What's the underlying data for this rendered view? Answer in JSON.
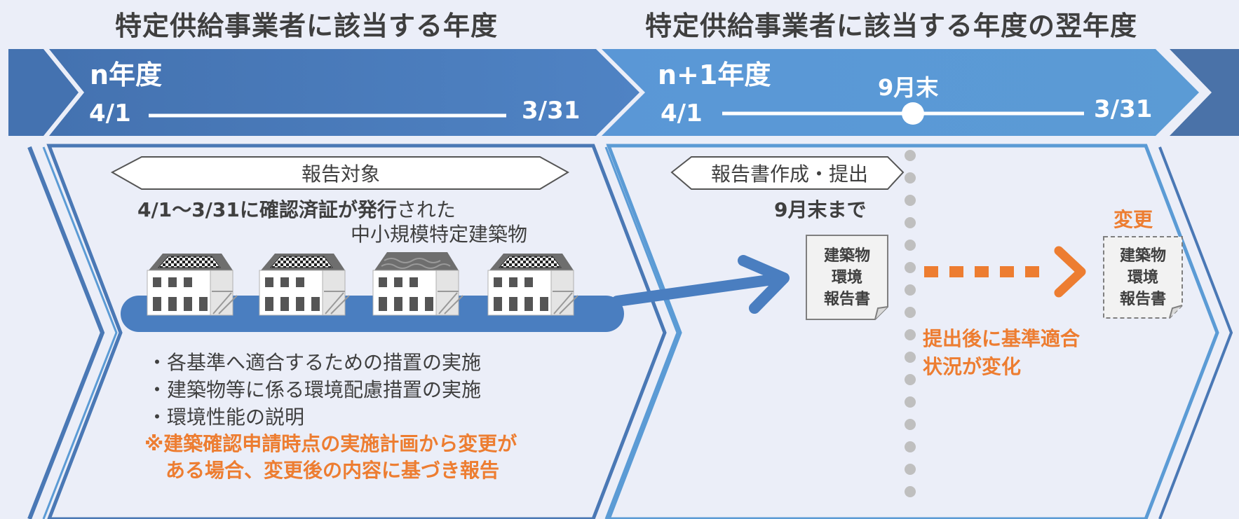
{
  "titles": {
    "left": "特定供給事業者に該当する年度",
    "right": "特定供給事業者に該当する年度の翌年度"
  },
  "period_n": {
    "year_label": "n年度",
    "start": "4/1",
    "end": "3/31"
  },
  "period_n1": {
    "year_label": "n+1年度",
    "deadline_marker": "9月末",
    "start": "4/1",
    "end": "3/31"
  },
  "left_panel": {
    "tag": "報告対象",
    "target_bold": "4/1〜3/31に確認済証が発行",
    "target_rest": "された",
    "target_line2": "中小規模特定建築物",
    "items": [
      "・各基準へ適合するための措置の実施",
      "・建築物等に係る環境配慮措置の実施",
      "・環境性能の説明"
    ],
    "note_line1": "※建築確認申請時点の実施計画から変更が",
    "note_line2": "ある場合、変更後の内容に基づき報告"
  },
  "right_panel": {
    "tag": "報告書作成・提出",
    "deadline": "9月末まで",
    "document_lines": [
      "建築物",
      "環境",
      "報告書"
    ],
    "change_label": "変更",
    "changed_document_lines": [
      "建築物",
      "環境",
      "報告書"
    ],
    "change_note_line1": "提出後に基準適合",
    "change_note_line2": "状況が変化"
  },
  "colors": {
    "background": "#ebeef8",
    "band_dark": "#4a78b5",
    "band_light": "#5b9bd5",
    "accent": "#ed7d31",
    "text": "#3f3f3f",
    "dotted_line": "#bfbfbf"
  },
  "icons": {
    "house": "house-with-solar-panel-icon",
    "house_plain": "house-icon",
    "document": "document-icon",
    "arrow": "arrow-right-icon"
  }
}
